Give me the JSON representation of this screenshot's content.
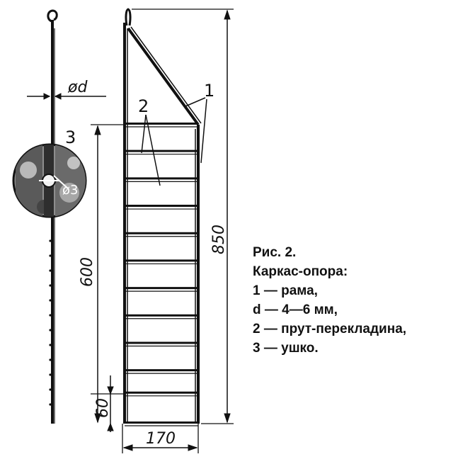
{
  "figure": {
    "caption": {
      "title": "Рис. 2.",
      "subtitle": "Каркас-опора:",
      "items": [
        "1 — рама,",
        "d — 4—6 мм,",
        "2 — прут-перекладина,",
        "3 — ушко."
      ]
    },
    "dimensions": {
      "total_height": "850",
      "ladder_height": "600",
      "bottom_gap": "60",
      "width": "170",
      "rod_diameter": "ød",
      "hole_diameter": "ø3"
    },
    "callouts": {
      "frame": "1",
      "crossbar": "2",
      "eyelet": "3"
    },
    "rungs": [
      600,
      545,
      490,
      435,
      380,
      325,
      270,
      215,
      160,
      105,
      60,
      0
    ],
    "colors": {
      "ink": "#111111",
      "paper": "#ffffff"
    }
  }
}
